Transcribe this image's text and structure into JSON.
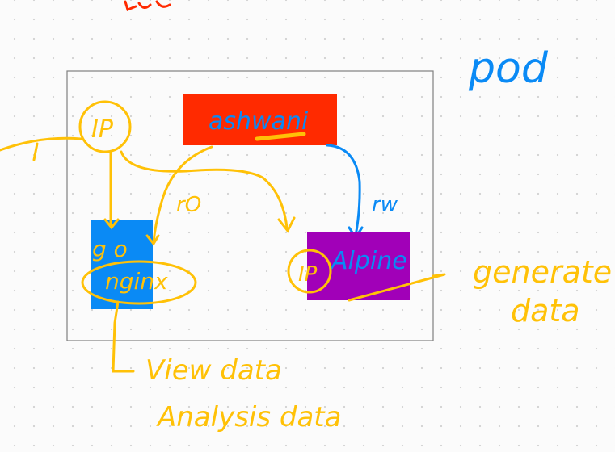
{
  "labels": {
    "pod": "pod",
    "ashwani": "ashwani",
    "ip_top": "IP",
    "ip_right": "IP",
    "nginx": "nginx",
    "alpine": "Alpine",
    "ro": "rO",
    "rw": "rw",
    "go": "g o",
    "generate_data": "generate data",
    "view_data": "View data",
    "analysis_data": "Analysis data"
  },
  "colors": {
    "pod_frame": "#808080",
    "ashwani_box": "#ff2a00",
    "nginx_box": "#0a8af5",
    "alpine_box": "#a100b8",
    "ink_yellow": "#ffc107",
    "ink_blue": "#0a8af5",
    "ink_red": "#ff2a00"
  }
}
